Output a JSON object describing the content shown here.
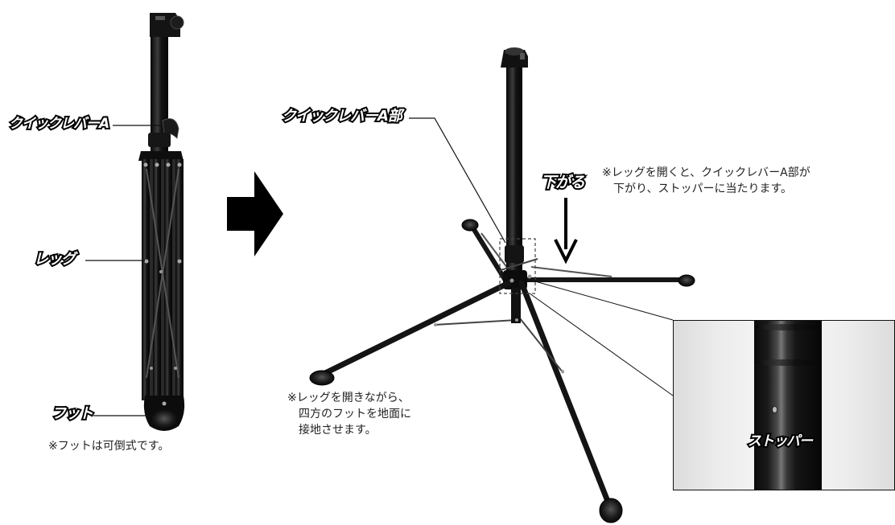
{
  "labels": {
    "quick_lever_a": "クイックレバーA",
    "leg": "レッグ",
    "foot": "フット",
    "quick_lever_a_part": "クイックレバーA部",
    "goes_down": "下がる",
    "stopper": "ストッパー"
  },
  "notes": {
    "foot_foldable": "※フットは可倒式です。",
    "lever_drops": "※レッグを開くと、クイックレバーA部が\n　下がり、ストッパーに当たります。",
    "open_legs": "※レッグを開きながら、\n　四方のフットを地面に\n　接地させます。"
  },
  "colors": {
    "frame": "#111111",
    "background": "#ffffff"
  }
}
